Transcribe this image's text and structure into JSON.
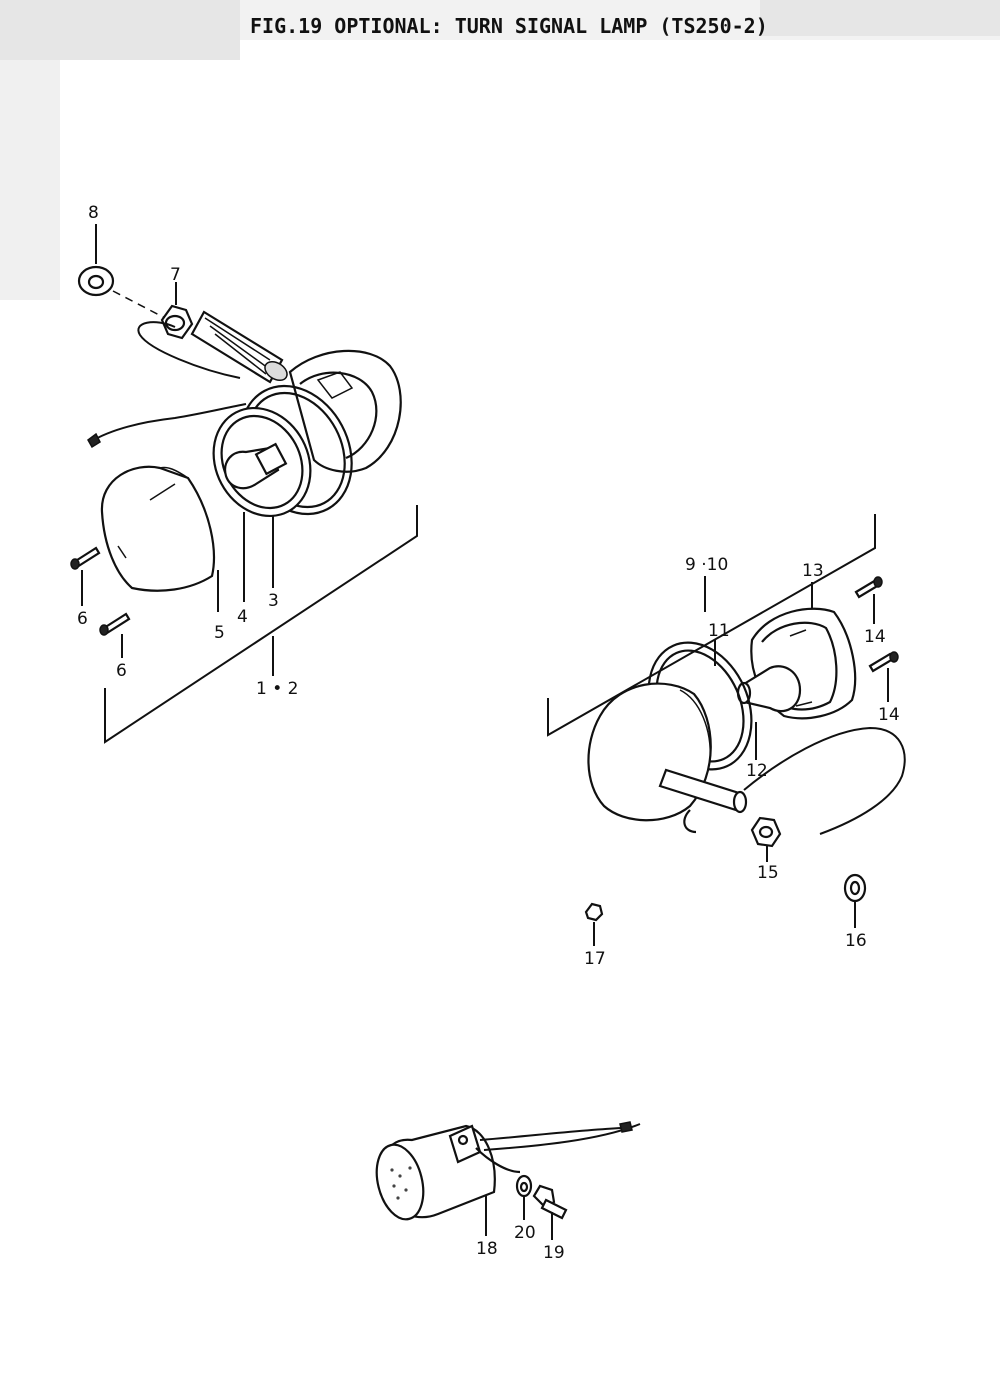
{
  "title": "FIG.19  OPTIONAL: TURN SIGNAL LAMP (TS250-2)",
  "callouts": {
    "c1_2": "1 • 2",
    "c3": "3",
    "c4": "4",
    "c5": "5",
    "c6a": "6",
    "c6b": "6",
    "c7": "7",
    "c8": "8",
    "c9_10": "9 ·10",
    "c11": "11",
    "c12": "12",
    "c13": "13",
    "c14a": "14",
    "c14b": "14",
    "c15": "15",
    "c16": "16",
    "c17": "17",
    "c18": "18",
    "c19": "19",
    "c20": "20"
  }
}
